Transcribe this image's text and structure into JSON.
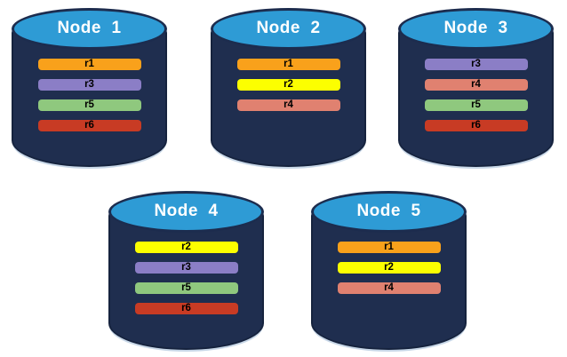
{
  "colors": {
    "page_bg": "#FFFFFF",
    "cylinder_body": "#1F2E4F",
    "cylinder_outline": "#16233E",
    "cylinder_top": "#2E9BD5",
    "cylinder_top_outline": "#1C2C4E",
    "bottom_rim": "#C9D8E8",
    "title_text": "#FFFFFF",
    "bar_text": "#000000",
    "replicas": {
      "r1": "#F9A11B",
      "r2": "#FCFF00",
      "r3": "#8B7EC6",
      "r4": "#E08170",
      "r5": "#8FC87E",
      "r6": "#C83B24"
    }
  },
  "nodes": [
    {
      "label": "Node  1",
      "replicas": [
        "r1",
        "r3",
        "r5",
        "r6"
      ]
    },
    {
      "label": "Node  2",
      "replicas": [
        "r1",
        "r2",
        "r4"
      ]
    },
    {
      "label": "Node  3",
      "replicas": [
        "r3",
        "r4",
        "r5",
        "r6"
      ]
    },
    {
      "label": "Node  4",
      "replicas": [
        "r2",
        "r3",
        "r5",
        "r6"
      ]
    },
    {
      "label": "Node  5",
      "replicas": [
        "r1",
        "r2",
        "r4"
      ]
    }
  ]
}
